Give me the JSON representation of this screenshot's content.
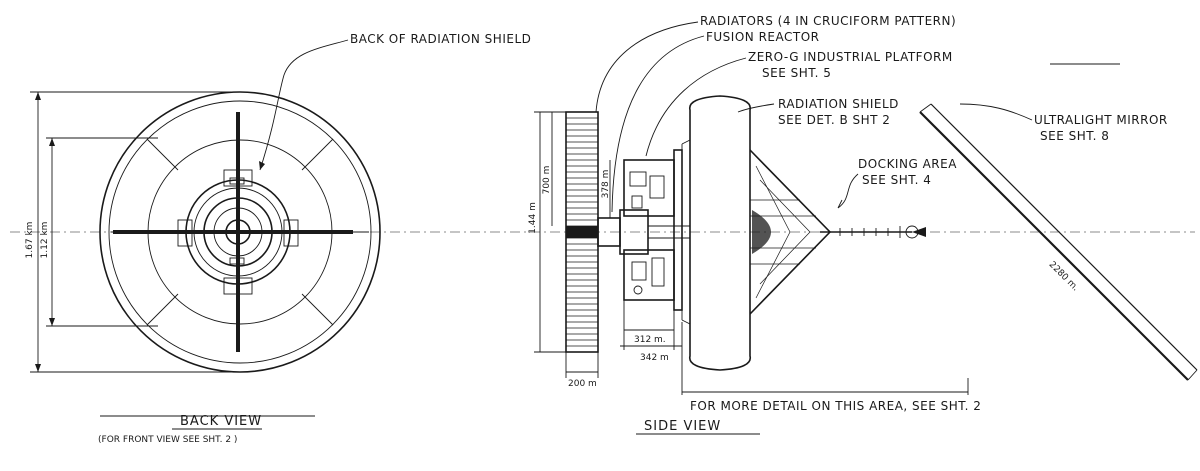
{
  "back_view": {
    "callout": "BACK OF RADIATION SHIELD",
    "dim_outer": "1.67 km",
    "dim_inner": "1.12 km",
    "title": "BACK VIEW",
    "subtitle": "(FOR FRONT VIEW SEE SHT. 2 )"
  },
  "side_view": {
    "callouts": {
      "radiators": "RADIATORS (4 IN CRUCIFORM PATTERN)",
      "fusion_reactor": "FUSION REACTOR",
      "platform_line1": "ZERO-G INDUSTRIAL PLATFORM",
      "platform_line2": "SEE SHT. 5",
      "shield_line1": "RADIATION SHIELD",
      "shield_line2": "SEE DET. B SHT 2",
      "docking_line1": "DOCKING AREA",
      "docking_line2": "SEE SHT. 4",
      "mirror_line1": "ULTRALIGHT MIRROR",
      "mirror_line2": "SEE SHT. 8"
    },
    "dims": {
      "radiator_height": "1.44 m",
      "radiator_upper": "700 m",
      "reactor": "378 m",
      "radiator_width": "200 m",
      "platform_inner": "312 m.",
      "platform_outer": "342 m",
      "mirror": "2280 m."
    },
    "note": "FOR MORE DETAIL ON THIS AREA, SEE SHT. 2",
    "title": "SIDE VIEW"
  }
}
